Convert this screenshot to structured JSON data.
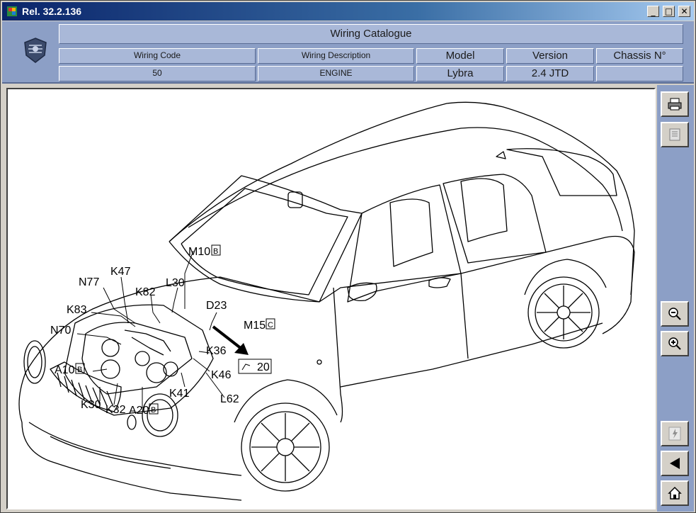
{
  "window": {
    "title": "Rel. 32.2.136",
    "minimize_glyph": "_",
    "maximize_glyph": "□",
    "close_glyph": "✕"
  },
  "header": {
    "title": "Wiring Catalogue",
    "columns": {
      "wiring_code": "Wiring Code",
      "wiring_description": "Wiring Description",
      "model": "Model",
      "version": "Version",
      "chassis": "Chassis N°"
    },
    "values": {
      "wiring_code": "50",
      "wiring_description": "ENGINE",
      "model": "Lybra",
      "version": "2.4 JTD",
      "chassis": ""
    }
  },
  "diagram": {
    "labels": {
      "m10": "M10",
      "m10_box": "B",
      "k47": "K47",
      "n77": "N77",
      "k82": "K82",
      "l30": "L30",
      "k83": "K83",
      "d23": "D23",
      "m15": "M15",
      "m15_box": "C",
      "n70": "N70",
      "k36": "K36",
      "a10": "A10",
      "a10_box": "B",
      "k46": "K46",
      "ref20": "20",
      "k41": "K41",
      "l62": "L62",
      "k30": "K30",
      "k32": "K32",
      "a20": "A20",
      "a20_box": "B"
    }
  },
  "toolbar": {
    "icons": [
      "printer-icon",
      "document-icon",
      "zoom-out-icon",
      "zoom-in-icon",
      "lightning-icon",
      "back-arrow-icon",
      "home-icon"
    ]
  },
  "colors": {
    "title_bar": "#0a246a",
    "panel": "#8c9fc6",
    "cell": "#a9b8d8"
  }
}
